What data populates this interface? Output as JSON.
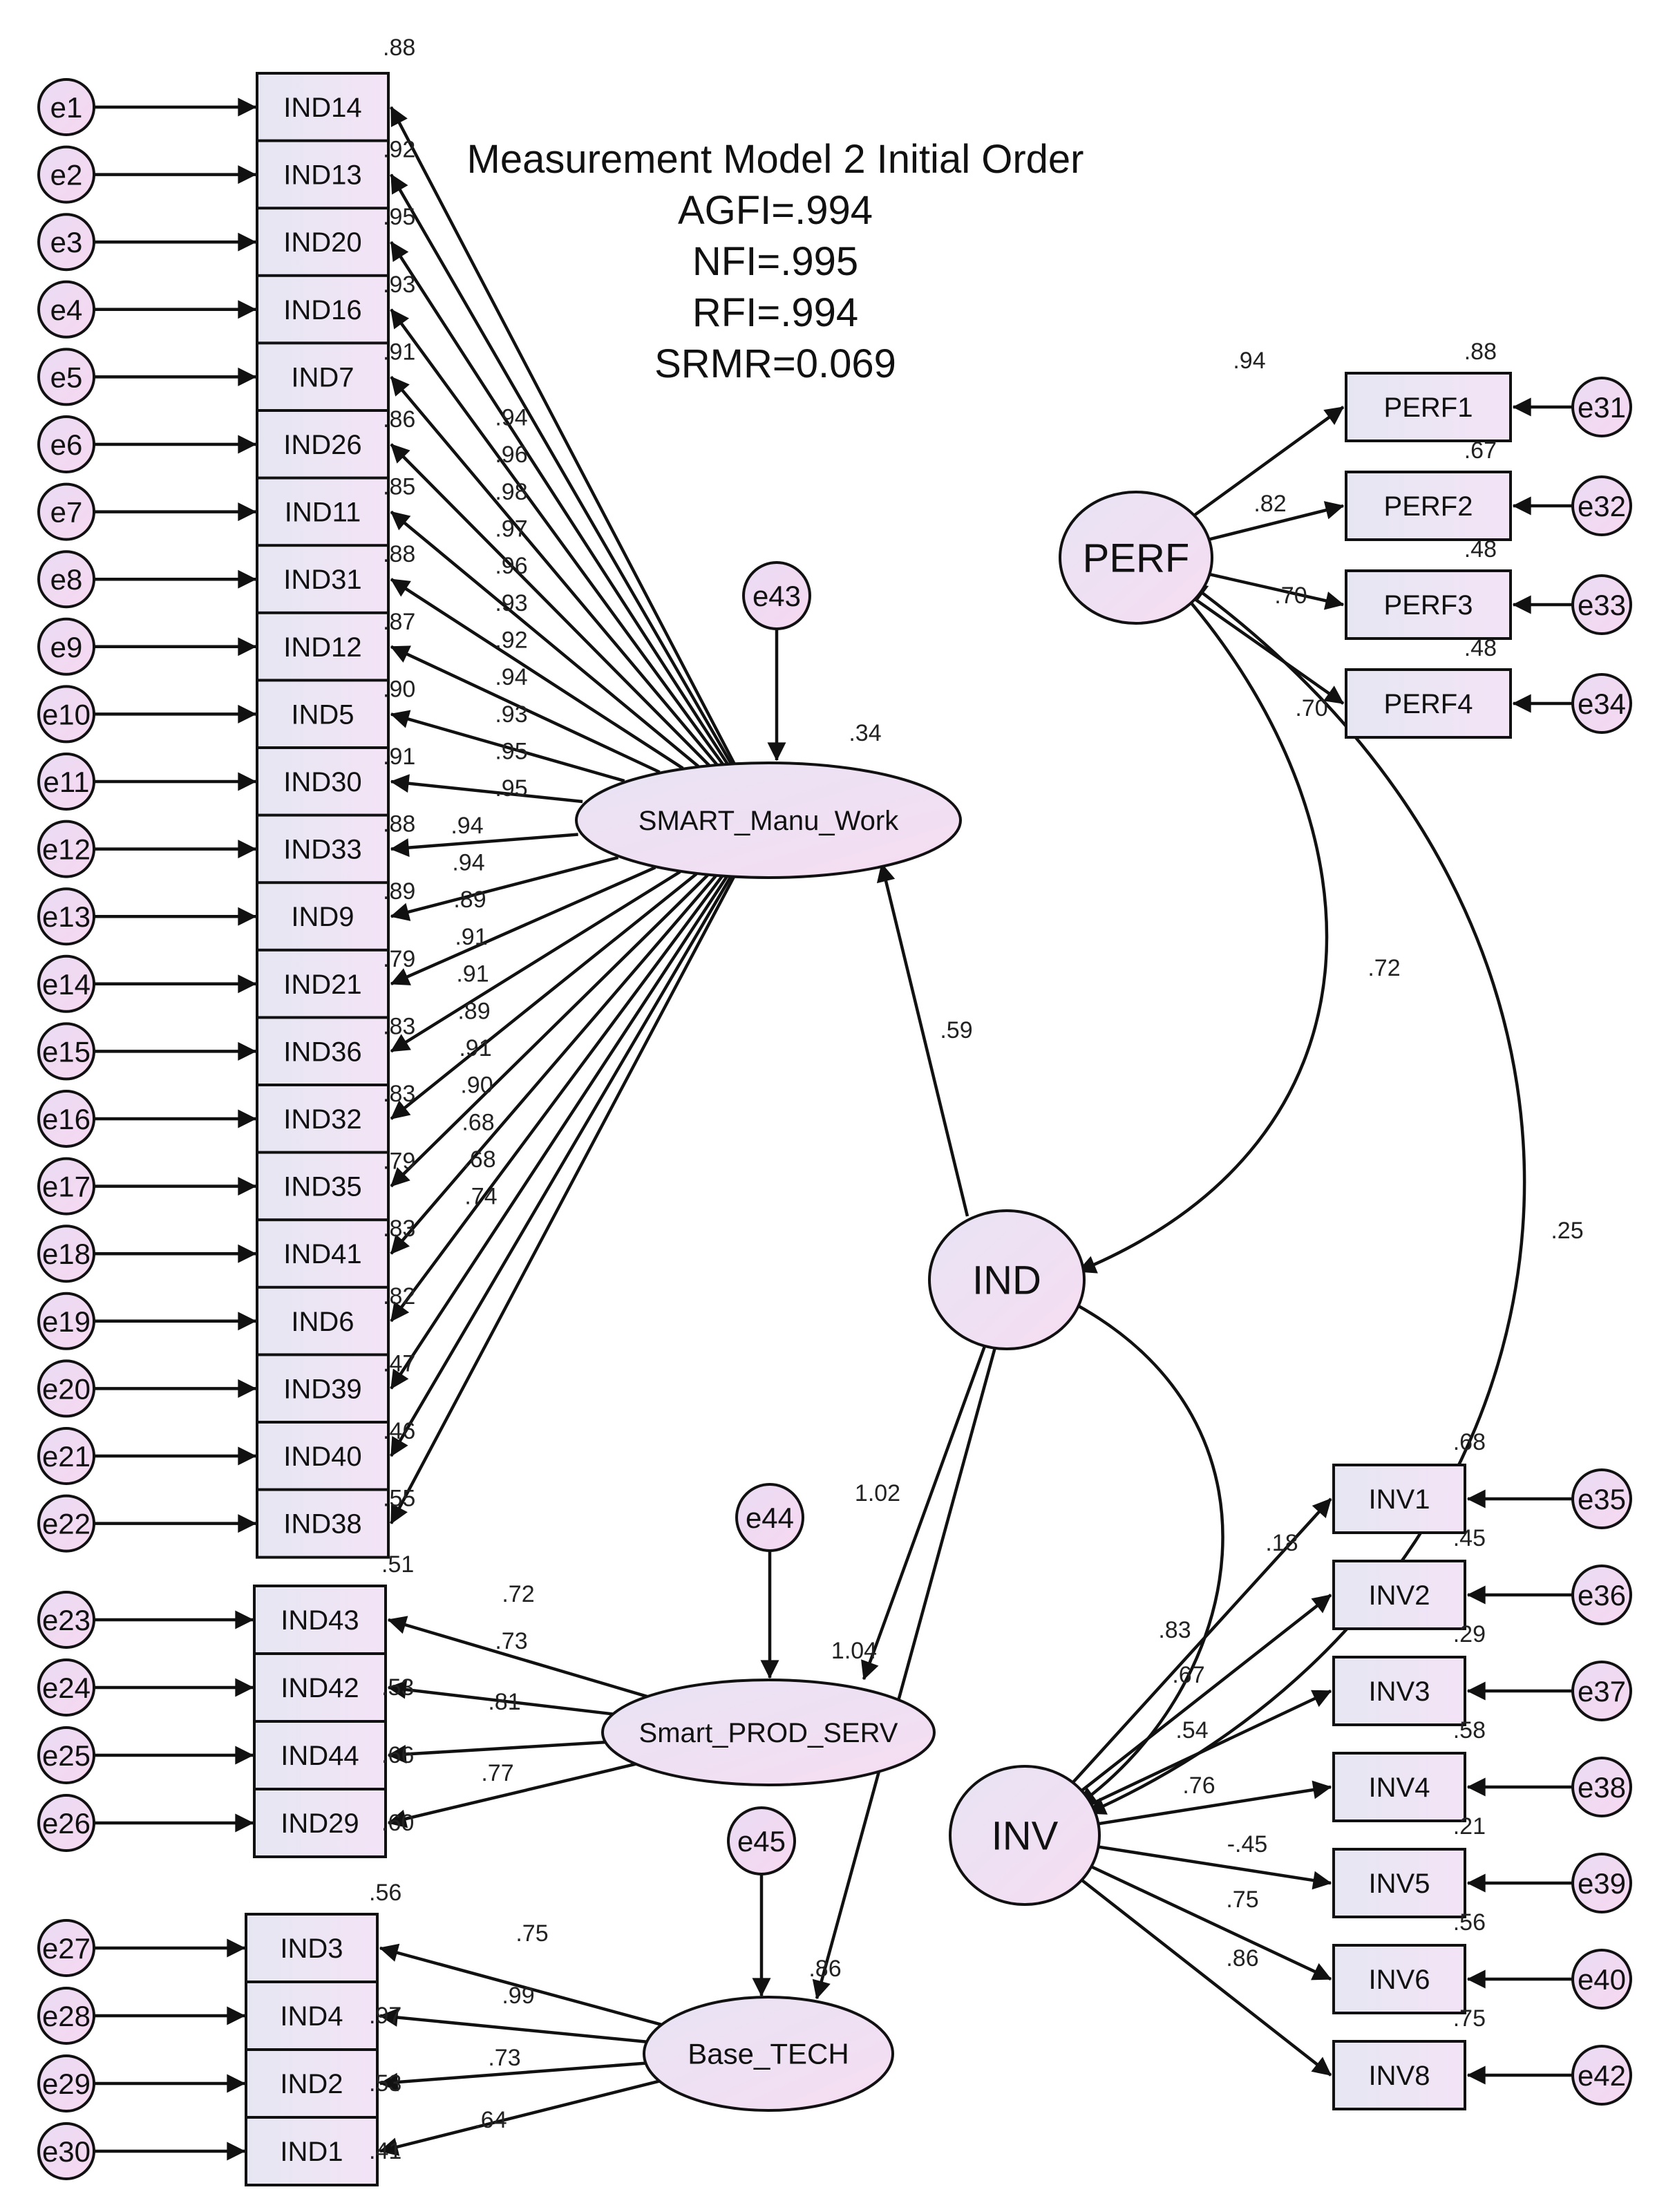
{
  "header": {
    "title": "Measurement Model 2 Initial Order",
    "agfi": "AGFI=.994",
    "nfi": "NFI=.995",
    "rfi": "RFI=.994",
    "srmr": "SRMR=0.069"
  },
  "latents": {
    "smart_manu_work": {
      "label": "SMART_Manu_Work",
      "r2": ".34",
      "error": "e43"
    },
    "smart_prod_serv": {
      "label": "Smart_PROD_SERV",
      "r2": "1.04",
      "error": "e44"
    },
    "base_tech": {
      "label": "Base_TECH",
      "r2": ".86",
      "error": "e45"
    },
    "perf": {
      "label": "PERF"
    },
    "ind": {
      "label": "IND"
    },
    "inv": {
      "label": "INV"
    }
  },
  "smw_indicators": [
    {
      "label": "IND14",
      "error": "e1",
      "r2": ".88",
      "loading": ".94"
    },
    {
      "label": "IND13",
      "error": "e2",
      "r2": ".92",
      "loading": ".96"
    },
    {
      "label": "IND20",
      "error": "e3",
      "r2": ".95",
      "loading": ".98"
    },
    {
      "label": "IND16",
      "error": "e4",
      "r2": ".93",
      "loading": ".97"
    },
    {
      "label": "IND7",
      "error": "e5",
      "r2": ".91",
      "loading": ".96"
    },
    {
      "label": "IND26",
      "error": "e6",
      "r2": ".86",
      "loading": ".93"
    },
    {
      "label": "IND11",
      "error": "e7",
      "r2": ".85",
      "loading": ".92"
    },
    {
      "label": "IND31",
      "error": "e8",
      "r2": ".88",
      "loading": ".94"
    },
    {
      "label": "IND12",
      "error": "e9",
      "r2": ".87",
      "loading": ".93"
    },
    {
      "label": "IND5",
      "error": "e10",
      "r2": ".90",
      "loading": ".95"
    },
    {
      "label": "IND30",
      "error": "e11",
      "r2": ".91",
      "loading": ".95"
    },
    {
      "label": "IND33",
      "error": "e12",
      "r2": ".88",
      "loading": ".94"
    },
    {
      "label": "IND9",
      "error": "e13",
      "r2": ".89",
      "loading": ".94"
    },
    {
      "label": "IND21",
      "error": "e14",
      "r2": ".79",
      "loading": ".89"
    },
    {
      "label": "IND36",
      "error": "e15",
      "r2": ".83",
      "loading": ".91"
    },
    {
      "label": "IND32",
      "error": "e16",
      "r2": ".83",
      "loading": ".91"
    },
    {
      "label": "IND35",
      "error": "e17",
      "r2": ".79",
      "loading": ".89"
    },
    {
      "label": "IND41",
      "error": "e18",
      "r2": ".83",
      "loading": ".91"
    },
    {
      "label": "IND6",
      "error": "e19",
      "r2": ".82",
      "loading": ".90"
    },
    {
      "label": "IND39",
      "error": "e20",
      "r2": ".47",
      "loading": ".68"
    },
    {
      "label": "IND40",
      "error": "e21",
      "r2": ".46",
      "loading": ".68"
    },
    {
      "label": "IND38",
      "error": "e22",
      "r2": ".55",
      "loading": ".74"
    }
  ],
  "sps_indicators": [
    {
      "label": "IND43",
      "error": "e23",
      "r2": ".51",
      "loading": ".72"
    },
    {
      "label": "IND42",
      "error": "e24",
      "r2": ".53",
      "loading": ".73"
    },
    {
      "label": "IND44",
      "error": "e25",
      "r2": ".66",
      "loading": ".81"
    },
    {
      "label": "IND29",
      "error": "e26",
      "r2": ".60",
      "loading": ".77"
    }
  ],
  "bt_indicators": [
    {
      "label": "IND3",
      "error": "e27",
      "r2": ".56",
      "loading": ".75"
    },
    {
      "label": "IND4",
      "error": "e28",
      "r2": ".97",
      "loading": ".99"
    },
    {
      "label": "IND2",
      "error": "e29",
      "r2": ".53",
      "loading": ".73"
    },
    {
      "label": "IND1",
      "error": "e30",
      "r2": ".41",
      "loading": ".64"
    }
  ],
  "perf_indicators": [
    {
      "label": "PERF1",
      "error": "e31",
      "r2": ".88",
      "loading": ".94"
    },
    {
      "label": "PERF2",
      "error": "e32",
      "r2": ".67",
      "loading": ".82"
    },
    {
      "label": "PERF3",
      "error": "e33",
      "r2": ".48",
      "loading": ".70"
    },
    {
      "label": "PERF4",
      "error": "e34",
      "r2": ".48",
      "loading": ".70"
    }
  ],
  "inv_indicators": [
    {
      "label": "INV1",
      "error": "e35",
      "r2": ".68",
      "loading": ".83"
    },
    {
      "label": "INV2",
      "error": "e36",
      "r2": ".45",
      "loading": ".67"
    },
    {
      "label": "INV3",
      "error": "e37",
      "r2": ".29",
      "loading": ".54"
    },
    {
      "label": "INV4",
      "error": "e38",
      "r2": ".58",
      "loading": ".76"
    },
    {
      "label": "INV5",
      "error": "e39",
      "r2": ".21",
      "loading": "-.45"
    },
    {
      "label": "INV6",
      "error": "e40",
      "r2": ".56",
      "loading": ".75"
    },
    {
      "label": "INV8",
      "error": "e42",
      "r2": ".75",
      "loading": ".86"
    }
  ],
  "paths": {
    "ind_to_smw": ".59",
    "ind_to_sps": "1.02",
    "perf_ind_cov": ".72",
    "perf_inv_cov": ".25",
    "ind_inv_cov": ".18"
  }
}
